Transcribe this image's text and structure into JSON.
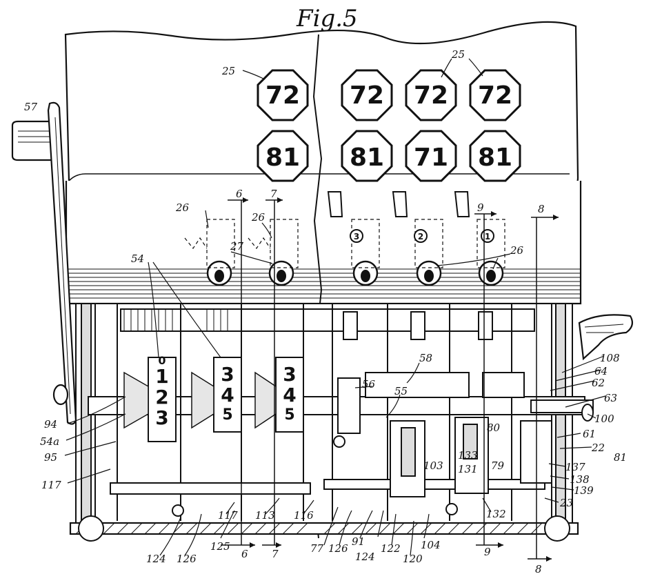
{
  "figure": {
    "title": "Fig.5"
  },
  "window_readings": {
    "top_row": [
      "72",
      "72",
      "72",
      "72"
    ],
    "bottom_row": [
      "81",
      "81",
      "71",
      "81"
    ]
  },
  "wheel_digits": [
    [
      "0",
      "1",
      "2",
      "3"
    ],
    [
      "3",
      "4",
      "5"
    ],
    [
      "3",
      "4",
      "5"
    ]
  ],
  "key_numerals": [
    "3",
    "2",
    "1"
  ],
  "counter_digits": [
    "133",
    "131",
    "79",
    "80"
  ],
  "reference_numerals": {
    "r25a": "25",
    "r25b": "25",
    "r57": "57",
    "r6top": "6",
    "r7top": "7",
    "r26a": "26",
    "r26b": "26",
    "r27": "27",
    "r26c": "26",
    "r9top": "9",
    "r8top": "8",
    "r54": "54",
    "r56": "56",
    "r58": "58",
    "r55": "55",
    "r108": "108",
    "r64": "64",
    "r62": "62",
    "r63": "63",
    "r100": "100",
    "r61": "61",
    "r22": "22",
    "r81": "81",
    "r137": "137",
    "r138": "138",
    "r139": "139",
    "r23": "23",
    "r94": "94",
    "r54a": "54a",
    "r95": "95",
    "r117": "117",
    "r103": "103",
    "r133": "133",
    "r131": "131",
    "r79": "79",
    "r80": "80",
    "r132": "132",
    "r124a": "124",
    "r126a": "126",
    "r125": "125",
    "r6bot": "6",
    "r7bot": "7",
    "r117b": "117",
    "r113": "113",
    "r116": "116",
    "r77": "77",
    "r126b": "126",
    "r91": "91",
    "r124b": "124",
    "r122": "122",
    "r120": "120",
    "r104": "104",
    "r9bot": "9",
    "r8bot": "8"
  }
}
